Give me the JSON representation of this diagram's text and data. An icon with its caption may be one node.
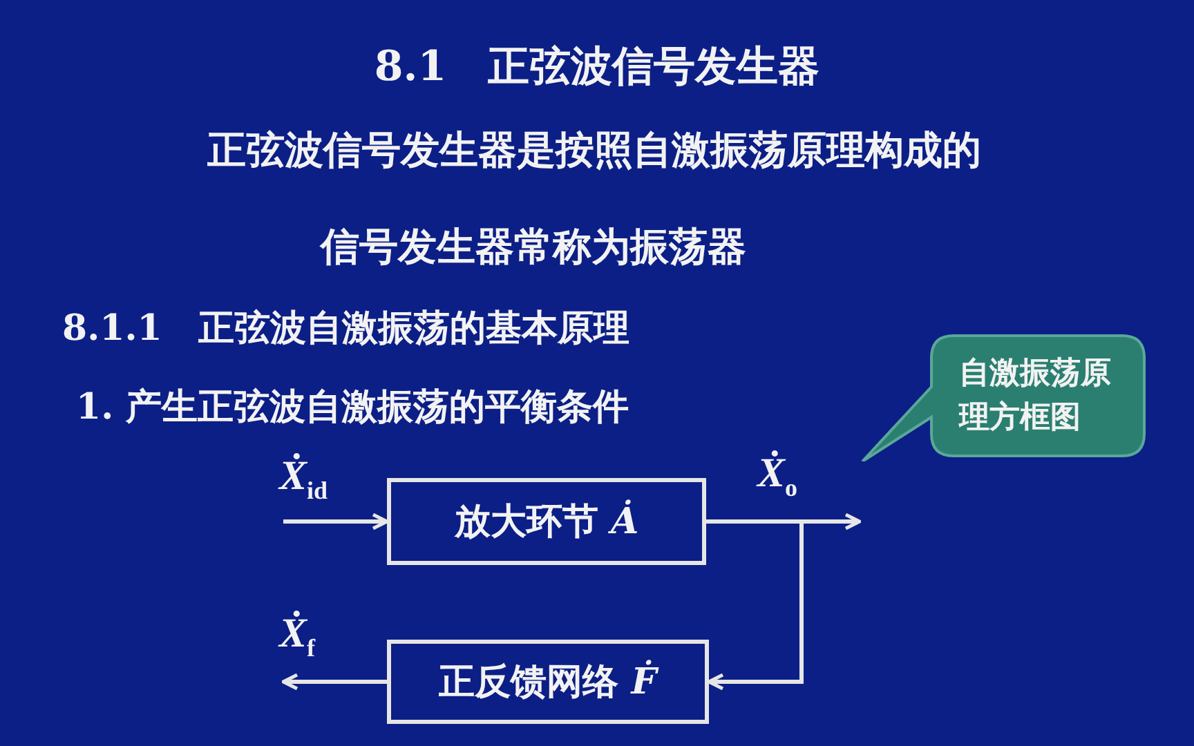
{
  "diagram": {
    "title": "8.1　正弦波信号发生器",
    "nodes": [
      {
        "text": [
          "放大环节 *Ȧ*"
        ]
      },
      {
        "text": [
          "正反馈网络 *Ḟ*"
        ]
      },
      {
        "text": [
          "自激振荡原理方框图"
        ]
      },
      {
        "text": [
          "*Ẋ*$_{id}$"
        ]
      },
      {
        "text": [
          "*Ẋ*$_{o}$"
        ]
      },
      {
        "text": [
          "*Ẋ*$_{f}$"
        ]
      }
    ],
    "edges": [
      {
        "from": 3,
        "to": 0,
        "arrow": "to"
      },
      {
        "from": 0,
        "to": 4,
        "arrow": "to"
      },
      {
        "from": 0,
        "to": 1,
        "arrow": "to"
      },
      {
        "from": 1,
        "to": 5,
        "arrow": "to"
      }
    ],
    "labels": [
      "正弦波信号发生器是按照自激振荡原理构成的",
      "信号发生器常称为振荡器",
      "8.1.1　正弦波自激振荡的基本原理",
      "1.  产生正弦波自激振荡的平衡条件"
    ]
  }
}
